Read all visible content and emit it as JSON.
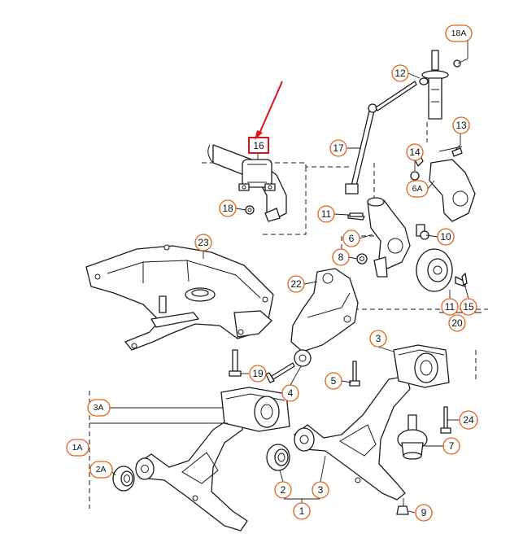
{
  "colors": {
    "callout_ring": "#e2601a",
    "highlight_box": "#e0101a",
    "arrow": "#e0101a",
    "line": "#1a1a1a"
  },
  "callouts": {
    "c18A": "18A",
    "c12": "12",
    "c13": "13",
    "c14": "14",
    "c6A": "6A",
    "c17": "17",
    "c16": "16",
    "c18": "18",
    "c11a": "11",
    "c10": "10",
    "c6": "6",
    "c8": "8",
    "c23": "23",
    "c22": "22",
    "c11b": "11",
    "c15": "15",
    "c20": "20",
    "c19": "19",
    "c3a": "3",
    "c4": "4",
    "c5": "5",
    "c24": "24",
    "c3A": "3A",
    "c1A": "1A",
    "c7": "7",
    "c2A": "2A",
    "c2": "2",
    "c3b": "3",
    "c1": "1",
    "c9": "9"
  },
  "highlighted_part": "16"
}
